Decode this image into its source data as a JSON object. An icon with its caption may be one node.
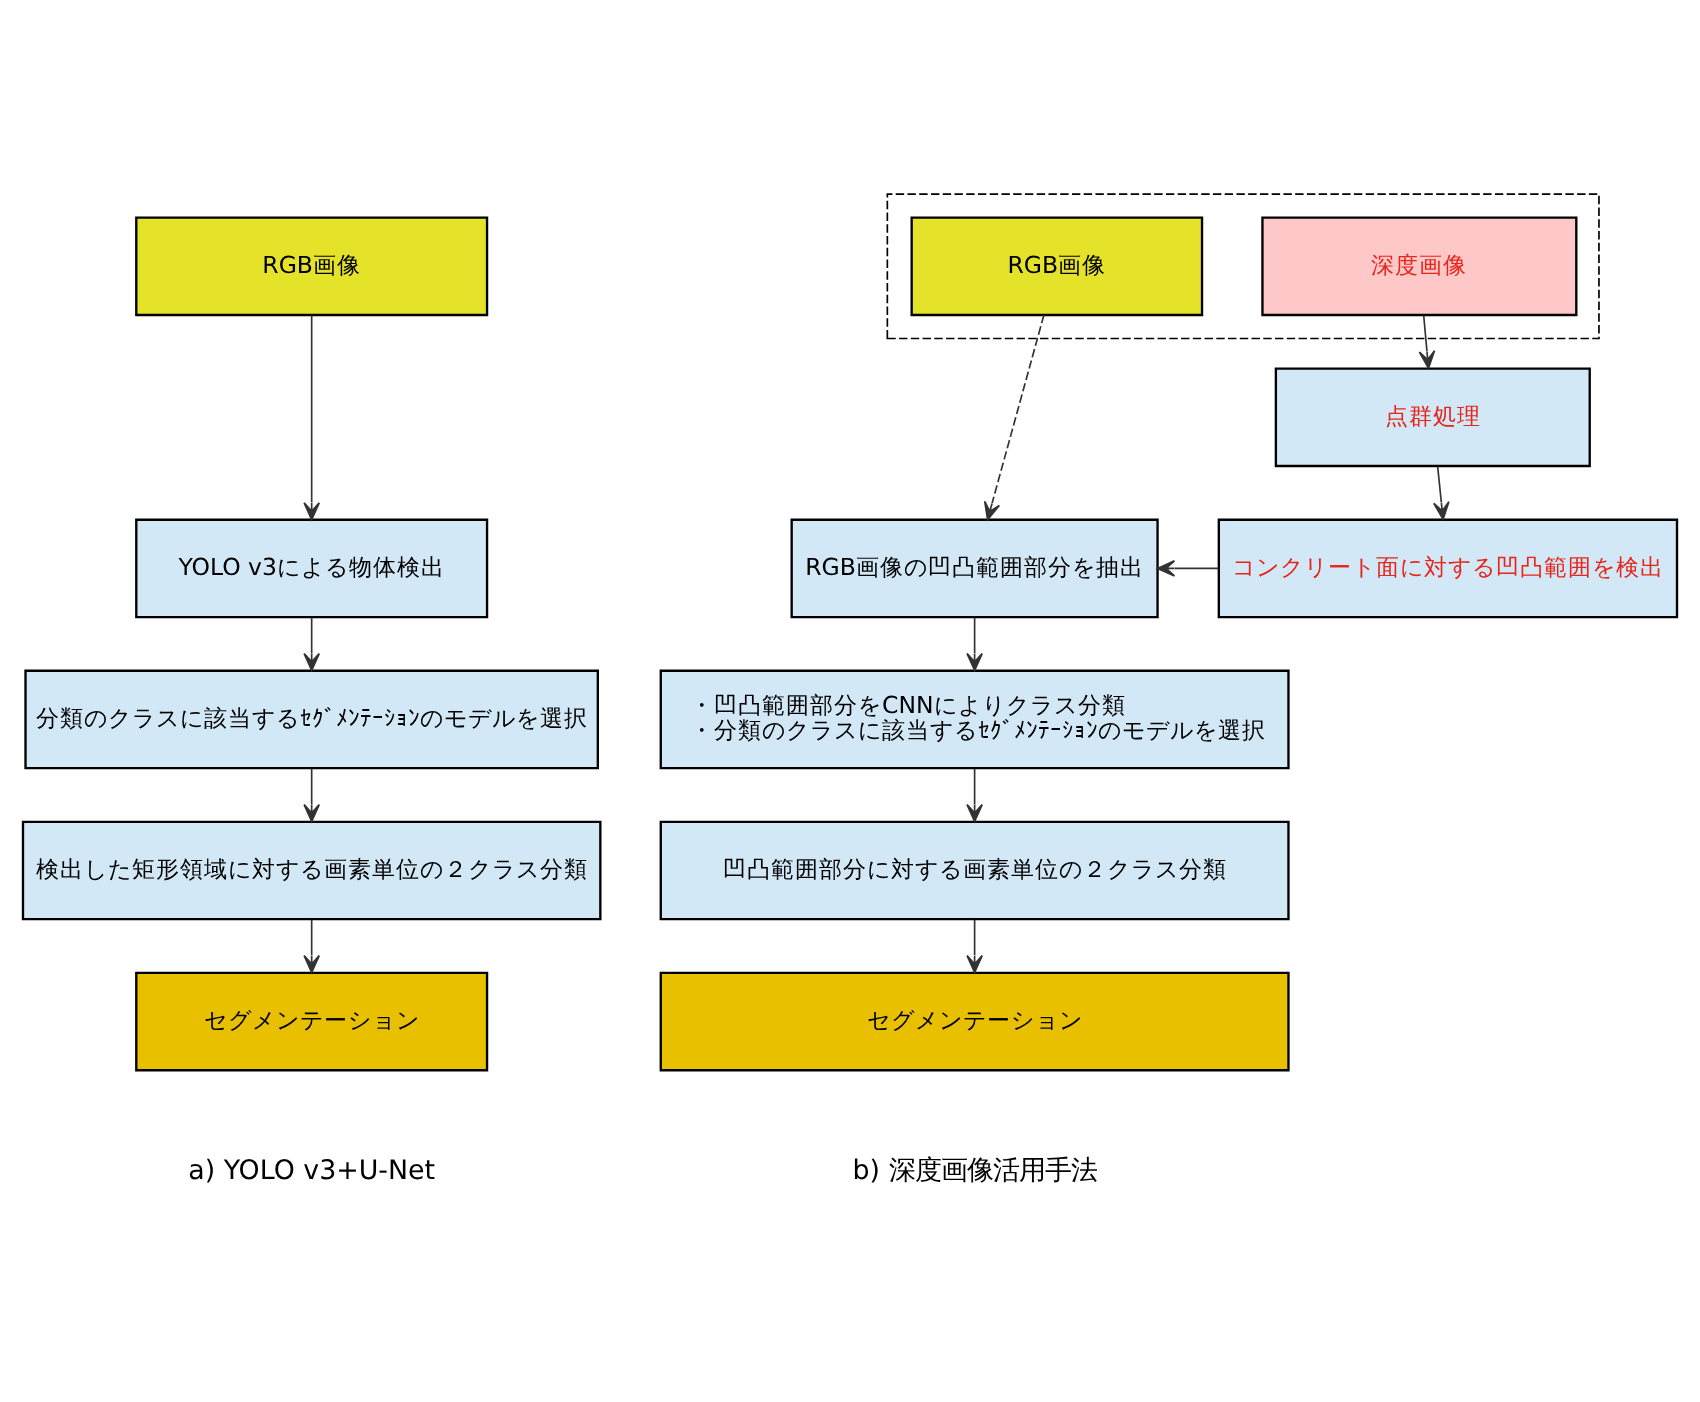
{
  "diagram": {
    "nodes": [
      {
        "text": [
          "RGB画像"
        ]
      },
      {
        "text": [
          "YOLO v3による物体検出"
        ]
      },
      {
        "text": [
          "分類のクラスに該当するｾｸﾞﾒﾝﾃｰｼｮﾝのモデルを選択"
        ]
      },
      {
        "text": [
          "検出した矩形領域に対する画素単位の２クラス分類"
        ]
      },
      {
        "text": [
          "セグメンテーション"
        ]
      },
      {
        "text": [],
        "shape": "box"
      },
      {
        "text": [
          "RGB画像"
        ],
        "in": 5
      },
      {
        "text": [
          "深度画像"
        ],
        "in": 5
      },
      {
        "text": [
          "点群処理"
        ]
      },
      {
        "text": [
          "RGB画像の凹凸範囲部分を抽出"
        ]
      },
      {
        "text": [
          "コンクリート面に対する凹凸範囲を検出"
        ]
      },
      {
        "text": [
          "・凹凸範囲部分をCNNによりクラス分類",
          "・分類のクラスに該当するｾｸﾞﾒﾝﾃｰｼｮﾝのモデルを選択"
        ]
      },
      {
        "text": [
          "凹凸範囲部分に対する画素単位の２クラス分類"
        ]
      },
      {
        "text": [
          "セグメンテーション"
        ]
      }
    ],
    "edges": [
      {
        "from": 0,
        "to": 1,
        "arrow": "to"
      },
      {
        "from": 1,
        "to": 2,
        "arrow": "to"
      },
      {
        "from": 2,
        "to": 3,
        "arrow": "to"
      },
      {
        "from": 3,
        "to": 4,
        "arrow": "to"
      },
      {
        "from": 6,
        "to": 9,
        "arrow": "to",
        "style": "dashed"
      },
      {
        "from": 7,
        "to": 8,
        "arrow": "to"
      },
      {
        "from": 8,
        "to": 10,
        "arrow": "to"
      },
      {
        "from": 10,
        "to": 9,
        "arrow": "to"
      },
      {
        "from": 9,
        "to": 11,
        "arrow": "to"
      },
      {
        "from": 11,
        "to": 12,
        "arrow": "to"
      },
      {
        "from": 12,
        "to": 13,
        "arrow": "to"
      }
    ],
    "labels": [
      "a) YOLO v3+U-Net",
      "b) 深度画像活用手法"
    ]
  }
}
